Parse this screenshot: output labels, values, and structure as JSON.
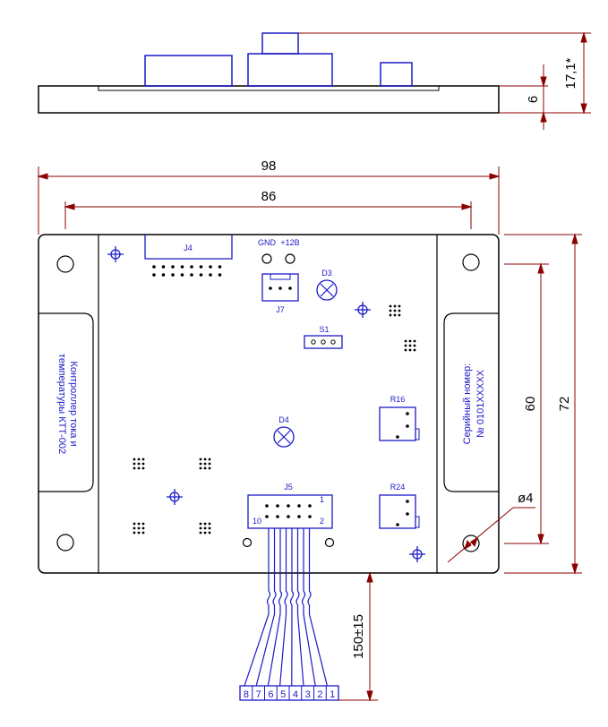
{
  "dimensions": {
    "total_height": "17,1*",
    "board_thickness": "6",
    "overall_width": "98",
    "hole_spacing_x": "86",
    "hole_spacing_y": "60",
    "overall_height": "72",
    "hole_diameter": "ø4",
    "cable_length": "150±15"
  },
  "components": {
    "j4": "J4",
    "gnd": "GND",
    "plus12v": "+12В",
    "d3": "D3",
    "j7": "J7",
    "s1": "S1",
    "d4": "D4",
    "r16": "R16",
    "r24": "R24",
    "j5": "J5",
    "j5_pin1": "1",
    "j5_pin2": "2",
    "j5_pin10": "10"
  },
  "left_label": [
    "Контроллер тока и",
    "температуры КТТ-002"
  ],
  "right_label": [
    "Серийный номер:",
    "№ 0101ХХХХХ"
  ],
  "cable_pins": [
    "8",
    "7",
    "6",
    "5",
    "4",
    "3",
    "2",
    "1"
  ],
  "colors": {
    "dimension": "#8b0000",
    "component": "#1a1ac8",
    "outline": "#000000"
  }
}
